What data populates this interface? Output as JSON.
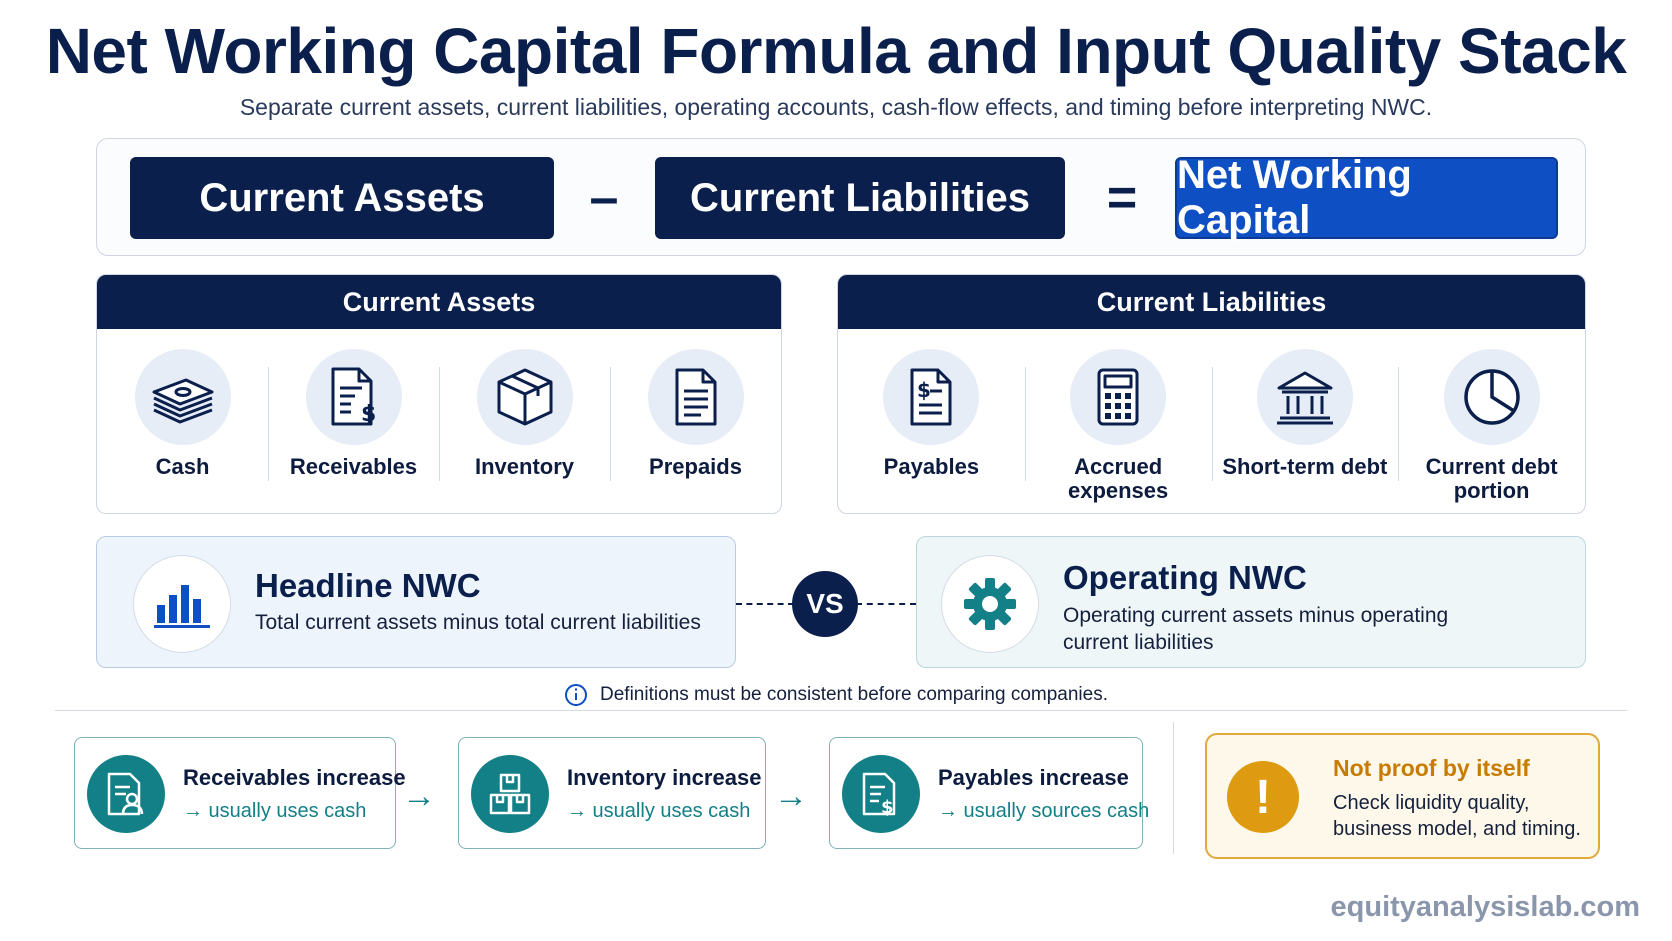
{
  "title": "Net Working Capital Formula and Input Quality Stack",
  "subtitle": "Separate current assets, current liabilities, operating accounts, cash-flow effects, and timing before interpreting NWC.",
  "formula": {
    "left": "Current Assets",
    "minus": "–",
    "middle": "Current Liabilities",
    "equals": "=",
    "result": "Net Working Capital"
  },
  "assets_panel": {
    "title": "Current Assets",
    "items": [
      {
        "label": "Cash",
        "icon": "cash-stack-icon"
      },
      {
        "label": "Receivables",
        "icon": "invoice-dollar-icon"
      },
      {
        "label": "Inventory",
        "icon": "box-icon"
      },
      {
        "label": "Prepaids",
        "icon": "document-icon"
      }
    ]
  },
  "liabilities_panel": {
    "title": "Current Liabilities",
    "items": [
      {
        "label": "Payables",
        "icon": "bill-dollar-icon"
      },
      {
        "label": "Accrued expenses",
        "icon": "calculator-icon"
      },
      {
        "label": "Short-term debt",
        "icon": "bank-icon"
      },
      {
        "label": "Current debt portion",
        "icon": "pie-chart-icon"
      }
    ]
  },
  "comparison": {
    "headline": {
      "title": "Headline NWC",
      "desc": "Total current assets minus total current liabilities",
      "icon": "bar-chart-icon"
    },
    "vs": "VS",
    "operating": {
      "title": "Operating NWC",
      "desc": "Operating current assets minus operating current liabilities",
      "icon": "gear-icon"
    }
  },
  "note": "Definitions must be consistent before comparing companies.",
  "flows": [
    {
      "title": "Receivables increase",
      "sub": "→ usually uses cash",
      "icon": "receivables-doc-icon"
    },
    {
      "title": "Inventory increase",
      "sub": "→ usually uses cash",
      "icon": "boxes-icon"
    },
    {
      "title": "Payables increase",
      "sub": "→ usually sources cash",
      "icon": "payables-doc-icon"
    }
  ],
  "flow_arrow": "→",
  "warning": {
    "title": "Not proof by itself",
    "desc": "Check liquidity quality, business model, and timing.",
    "mark": "!"
  },
  "site": "equityanalysislab.com",
  "colors": {
    "navy": "#0b1f4d",
    "blue": "#0e4fc4",
    "teal": "#137f86",
    "amber": "#de9a10"
  }
}
